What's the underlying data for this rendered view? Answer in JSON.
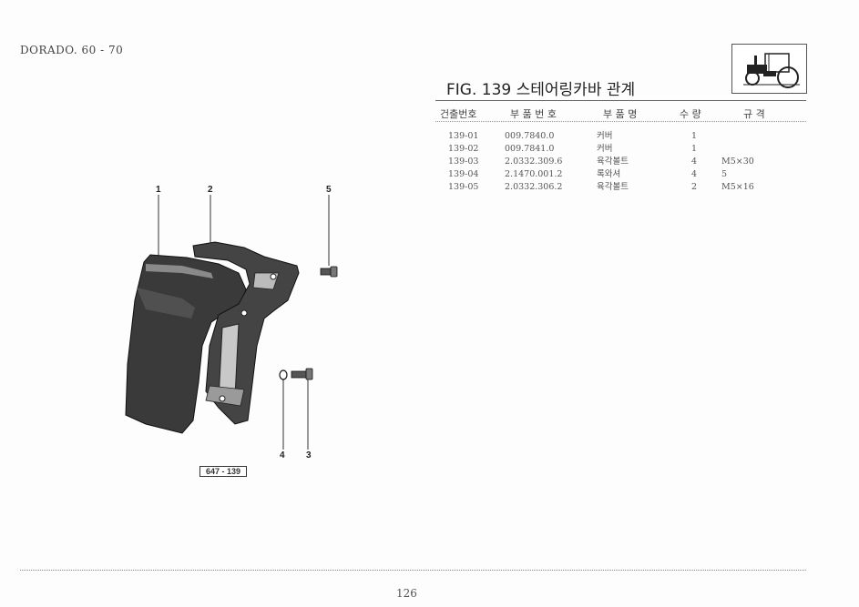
{
  "header": {
    "model": "DORADO. 60 - 70",
    "figure_title": "FIG. 139 스테어링카바 관계"
  },
  "table": {
    "columns": [
      "건출번호",
      "부 품 번 호",
      "부 품 명",
      "수 량",
      "규 격"
    ],
    "rows": [
      {
        "ref": "139-01",
        "part_no": "009.7840.0",
        "name": "커버",
        "qty": "1",
        "spec": ""
      },
      {
        "ref": "139-02",
        "part_no": "009.7841.0",
        "name": "커버",
        "qty": "1",
        "spec": ""
      },
      {
        "ref": "139-03",
        "part_no": "2.0332.309.6",
        "name": "육각볼트",
        "qty": "4",
        "spec": "M5×30"
      },
      {
        "ref": "139-04",
        "part_no": "2.1470.001.2",
        "name": "록와셔",
        "qty": "4",
        "spec": "5"
      },
      {
        "ref": "139-05",
        "part_no": "2.0332.306.2",
        "name": "육각볼트",
        "qty": "2",
        "spec": "M5×16"
      }
    ]
  },
  "diagram": {
    "callouts": [
      "1",
      "2",
      "5",
      "4",
      "3"
    ],
    "figure_code": "647 - 139"
  },
  "footer": {
    "page_number": "126"
  }
}
